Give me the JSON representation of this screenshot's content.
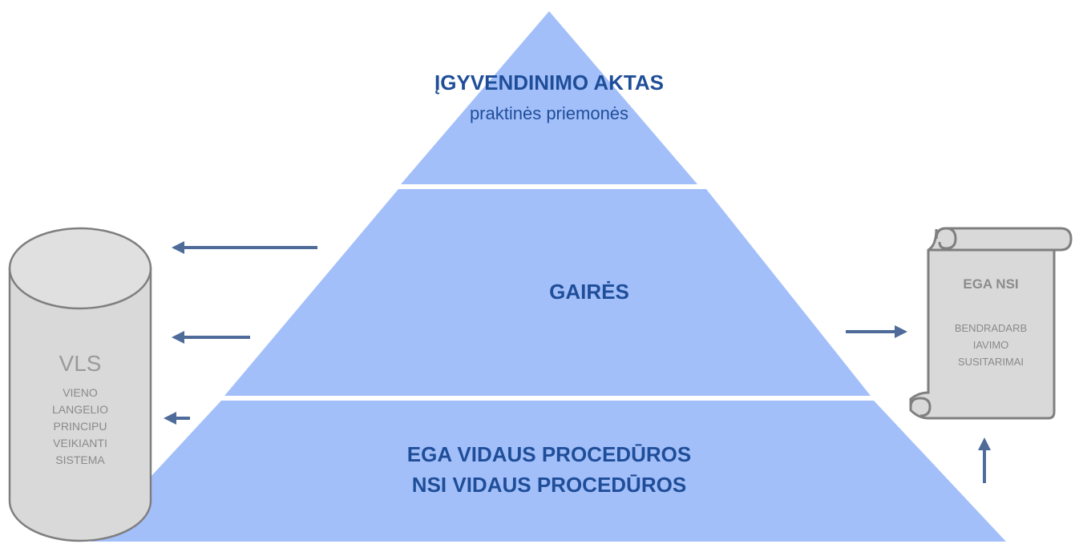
{
  "pyramid": {
    "top": {
      "title": "ĮGYVENDINIMO AKTAS",
      "subtitle": "praktinės priemonės"
    },
    "middle": {
      "title": "GAIRĖS"
    },
    "bottom": {
      "line1": "EGA VIDAUS PROCEDŪROS",
      "line2": "NSI VIDAUS PROCEDŪROS"
    }
  },
  "database": {
    "title": "VLS",
    "lines": [
      "VIENO",
      "LANGELIO",
      "PRINCIPU",
      "VEIKIANTI",
      "SISTEMA"
    ]
  },
  "scroll": {
    "title": "EGA NSI",
    "lines": [
      "BENDRADARB",
      "IAVIMO",
      "SUSITARIMAI"
    ]
  },
  "colors": {
    "pyramid_fill": "#a3bffa",
    "text_blue": "#1f4e99",
    "arrow": "#4e6b9a",
    "shape_fill": "#d9d9d9",
    "shape_stroke": "#7f7f7f"
  }
}
